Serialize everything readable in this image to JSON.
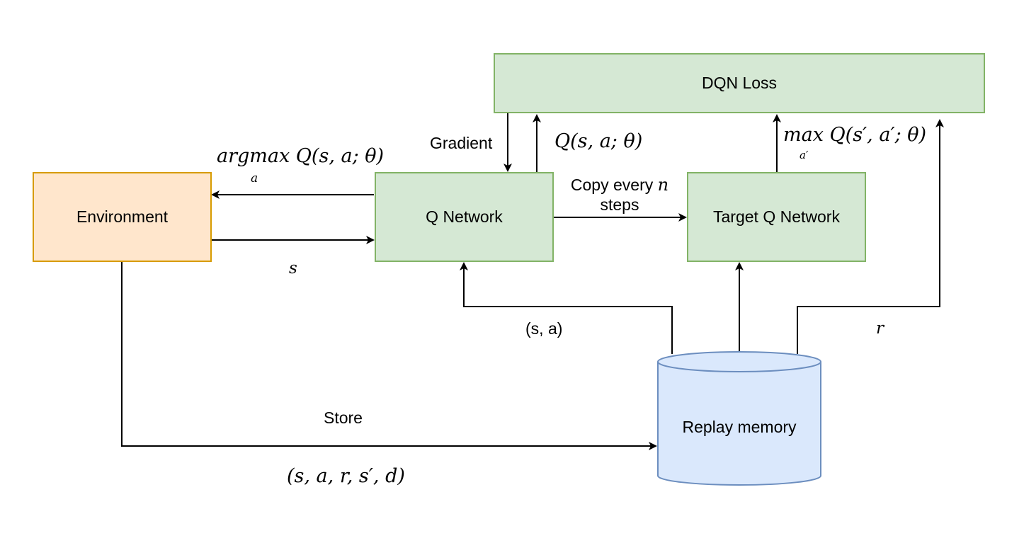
{
  "nodes": {
    "dqn_loss": "DQN Loss",
    "environment": "Environment",
    "q_network": "Q Network",
    "target_q_network": "Target Q Network",
    "replay_memory": "Replay memory"
  },
  "edges": {
    "gradient": "Gradient",
    "q_value": "Q(s, a; θ)",
    "argmax_main": "argmax Q(s, a; θ)",
    "argmax_sub": "a",
    "state": "s",
    "copy_line1": "Copy every",
    "copy_n": "n",
    "copy_line2": "steps",
    "max_main": "max",
    "max_q": "Q(s′, a′; θ)",
    "max_sub": "a′",
    "sample_sa": "(s, a)",
    "reward": "r",
    "store": "Store",
    "transition": "(s, a, r, s′, d)"
  },
  "colors": {
    "green_fill": "#d5e8d4",
    "green_stroke": "#82b366",
    "orange_fill": "#ffe6cc",
    "orange_stroke": "#d79b00",
    "blue_fill": "#dae8fc",
    "blue_stroke": "#6c8ebf"
  }
}
